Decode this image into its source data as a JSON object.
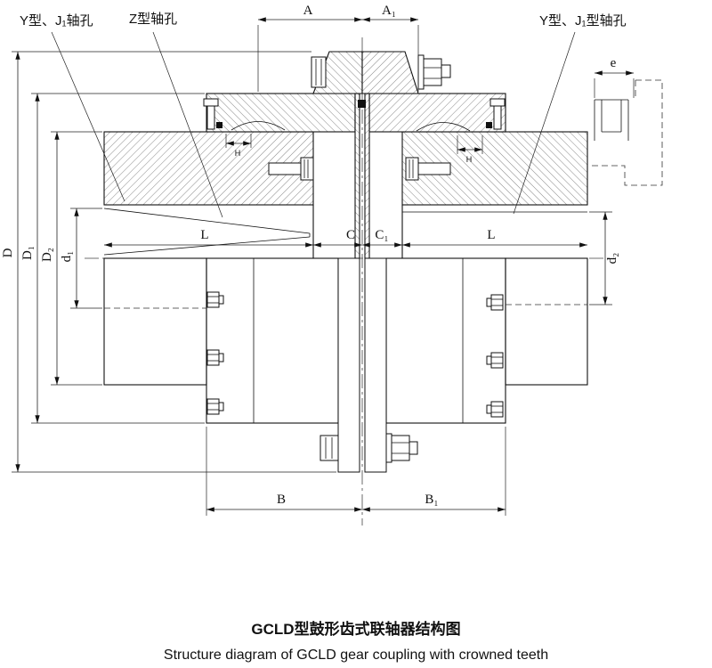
{
  "labels": {
    "bore_left": "Y型、J₁轴孔",
    "bore_z": "Z型轴孔",
    "bore_right": "Y型、J₁型轴孔",
    "A": "A",
    "A1": "A₁",
    "B": "B",
    "B1": "B₁",
    "C": "C",
    "C1": "C₁",
    "D": "D",
    "D1": "D₁",
    "D2": "D₂",
    "d1": "d₁",
    "d2": "d₂",
    "L_left": "L",
    "L_right": "L",
    "e": "e",
    "H_left": "H",
    "H_right": "H"
  },
  "titles": {
    "zh": "GCLD型鼓形齿式联轴器结构图",
    "en": "Structure diagram of GCLD gear coupling with crowned teeth"
  },
  "colors": {
    "line": "#111111",
    "background": "#ffffff"
  }
}
